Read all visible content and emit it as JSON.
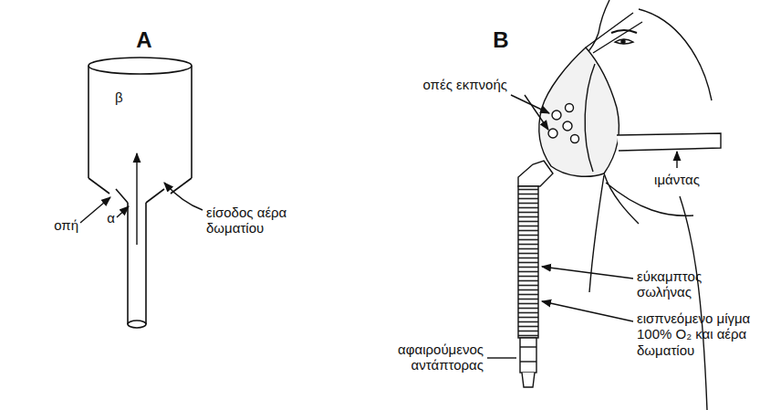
{
  "diagram": {
    "labels": [
      "A",
      "β",
      "οπή",
      "α",
      "είσοδος αέρα δωματίου",
      "B",
      "οπές εκπνοής",
      "ιμάντας",
      "εύκαμπτος σωλήνας",
      "εισπνεόμενο μίγμα 100% O₂ και αέρα δωματίου",
      "αφαιρούμενος αντάπτορας"
    ]
  }
}
